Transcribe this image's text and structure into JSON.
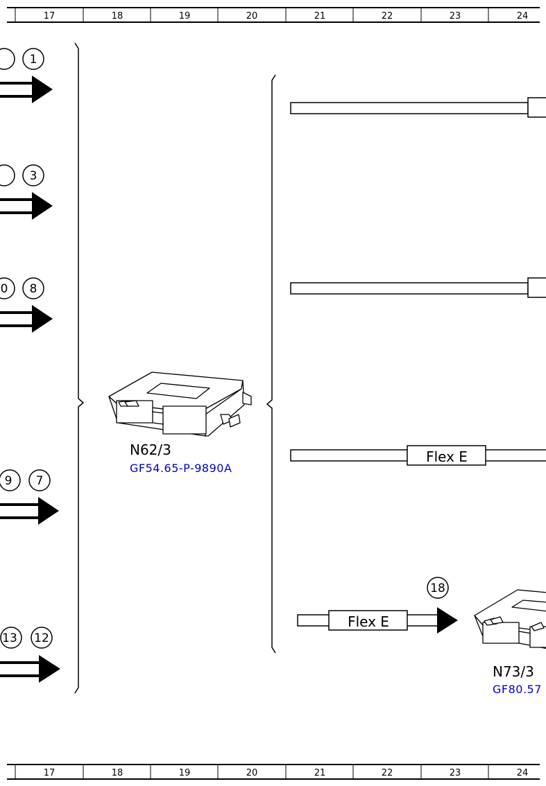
{
  "ruler": {
    "columns": [
      "17",
      "18",
      "19",
      "20",
      "21",
      "22",
      "23",
      "24"
    ]
  },
  "connectors_left": [
    {
      "id": "a",
      "partial": "",
      "number": "1"
    },
    {
      "id": "b",
      "partial": "",
      "number": "3"
    },
    {
      "id": "c",
      "partial": "0",
      "number": "8"
    },
    {
      "id": "d",
      "partial": "9",
      "number": "7"
    },
    {
      "id": "e",
      "partial": "13",
      "number": "12"
    }
  ],
  "component_main": {
    "name": "N62/3",
    "reference": "GF54.65-P-9890A"
  },
  "component_right": {
    "name": "N73/3",
    "reference": "GF80.57"
  },
  "bus_labels": {
    "line3": "Flex E",
    "line4": "Flex E"
  },
  "arrow_connector": {
    "number": "18"
  },
  "colors": {
    "line": "#000000",
    "link": "#0000cc",
    "background": "#ffffff"
  }
}
